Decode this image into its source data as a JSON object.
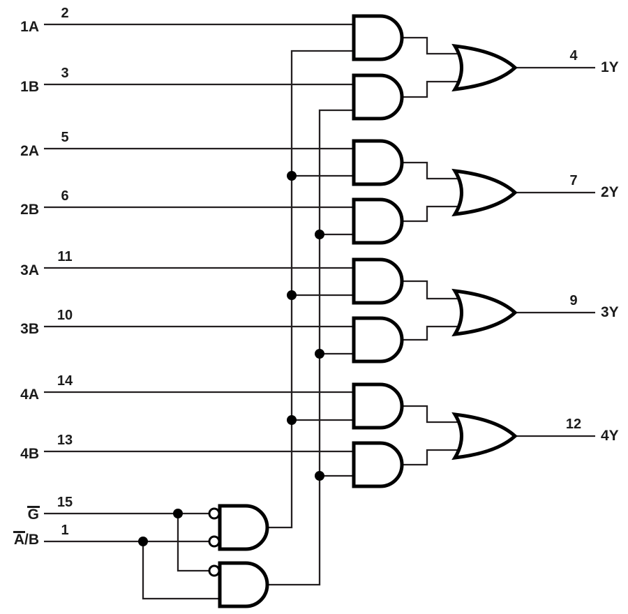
{
  "diagram": {
    "inputs": [
      {
        "label": "1A",
        "pin": "2"
      },
      {
        "label": "1B",
        "pin": "3"
      },
      {
        "label": "2A",
        "pin": "5"
      },
      {
        "label": "2B",
        "pin": "6"
      },
      {
        "label": "3A",
        "pin": "11"
      },
      {
        "label": "3B",
        "pin": "10"
      },
      {
        "label": "4A",
        "pin": "14"
      },
      {
        "label": "4B",
        "pin": "13"
      }
    ],
    "selects": [
      {
        "label": "G",
        "pin": "15",
        "overline": "yes"
      },
      {
        "label_overlined": "A",
        "label_rest": "/B",
        "pin": "1"
      }
    ],
    "outputs": [
      {
        "label": "1Y",
        "pin": "4"
      },
      {
        "label": "2Y",
        "pin": "7"
      },
      {
        "label": "3Y",
        "pin": "9"
      },
      {
        "label": "4Y",
        "pin": "12"
      }
    ],
    "colors": {
      "background": "#ffffff",
      "wire": "#231f20",
      "gate_stroke": "#000000",
      "gate_fill": "#ffffff"
    }
  }
}
